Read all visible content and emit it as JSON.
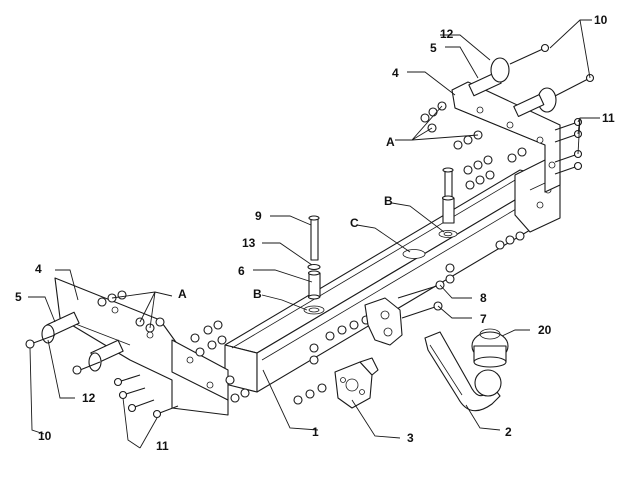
{
  "labels": {
    "l1": "1",
    "l2": "2",
    "l3": "3",
    "l4a": "4",
    "l4b": "4",
    "l5a": "5",
    "l5b": "5",
    "l6": "6",
    "l7": "7",
    "l8": "8",
    "l9": "9",
    "l10a": "10",
    "l10b": "10",
    "l11a": "11",
    "l11b": "11",
    "l12a": "12",
    "l12b": "12",
    "l13": "13",
    "l20": "20",
    "lAa": "A",
    "lAb": "A",
    "lBa": "B",
    "lBb": "B",
    "lC": "C"
  }
}
